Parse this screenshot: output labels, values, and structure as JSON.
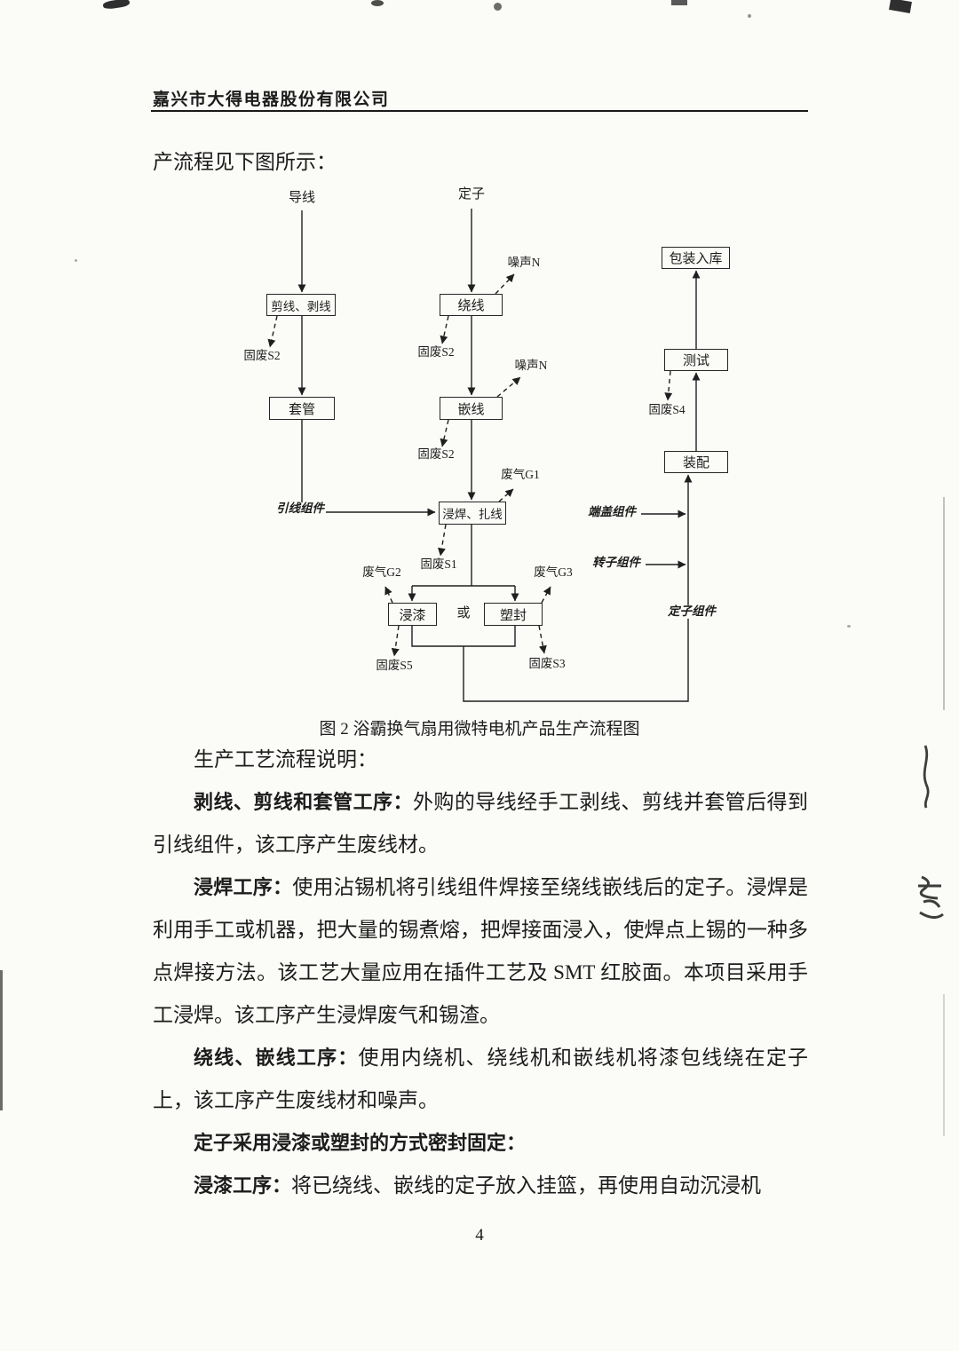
{
  "page": {
    "header": "嘉兴市大得电器股份有限公司",
    "intro": "产流程见下图所示：",
    "caption": "图 2 浴霸换气扇用微特电机产品生产流程图",
    "page_number": "4"
  },
  "flowchart": {
    "inputs": {
      "wire": "导线",
      "stator": "定子"
    },
    "boxes": {
      "cut_strip": "剪线、剥线",
      "sleeve": "套管",
      "winding": "绕线",
      "embed": "嵌线",
      "solder": "浸焊、扎线",
      "dip_paint": "浸漆",
      "mold": "塑封",
      "pack": "包装入库",
      "test": "测试",
      "assemble": "装配"
    },
    "or_label": "或",
    "connectors": {
      "lead_assembly": "引线组件",
      "end_cover_assembly": "端盖组件",
      "rotor_assembly": "转子组件",
      "stator_assembly": "定子组件"
    },
    "outputs": {
      "noise_1": "噪声N",
      "noise_2": "噪声N",
      "solid_s2_1": "固废S2",
      "solid_s2_2": "固废S2",
      "solid_s2_3": "固废S2",
      "gas_g1": "废气G1",
      "solid_s1": "固废S1",
      "gas_g2": "废气G2",
      "gas_g3": "废气G3",
      "solid_s5": "固废S5",
      "solid_s3": "固废S3",
      "solid_s4": "固废S4"
    }
  },
  "body": {
    "heading": "生产工艺流程说明：",
    "paragraphs": [
      {
        "lead": "剥线、剪线和套管工序：",
        "text": "外购的导线经手工剥线、剪线并套管后得到引线组件，该工序产生废线材。"
      },
      {
        "lead": "浸焊工序：",
        "text": "使用沾锡机将引线组件焊接至绕线嵌线后的定子。浸焊是利用手工或机器，把大量的锡煮熔，把焊接面浸入，使焊点上锡的一种多点焊接方法。该工艺大量应用在插件工艺及 SMT 红胶面。本项目采用手工浸焊。该工序产生浸焊废气和锡渣。"
      },
      {
        "lead": "绕线、嵌线工序：",
        "text": "使用内绕机、绕线机和嵌线机将漆包线绕在定子上，该工序产生废线材和噪声。"
      },
      {
        "lead": "定子采用浸漆或塑封的方式密封固定：",
        "text": ""
      },
      {
        "lead": "浸漆工序：",
        "text": "将已绕线、嵌线的定子放入挂篮，再使用自动沉浸机"
      }
    ]
  }
}
